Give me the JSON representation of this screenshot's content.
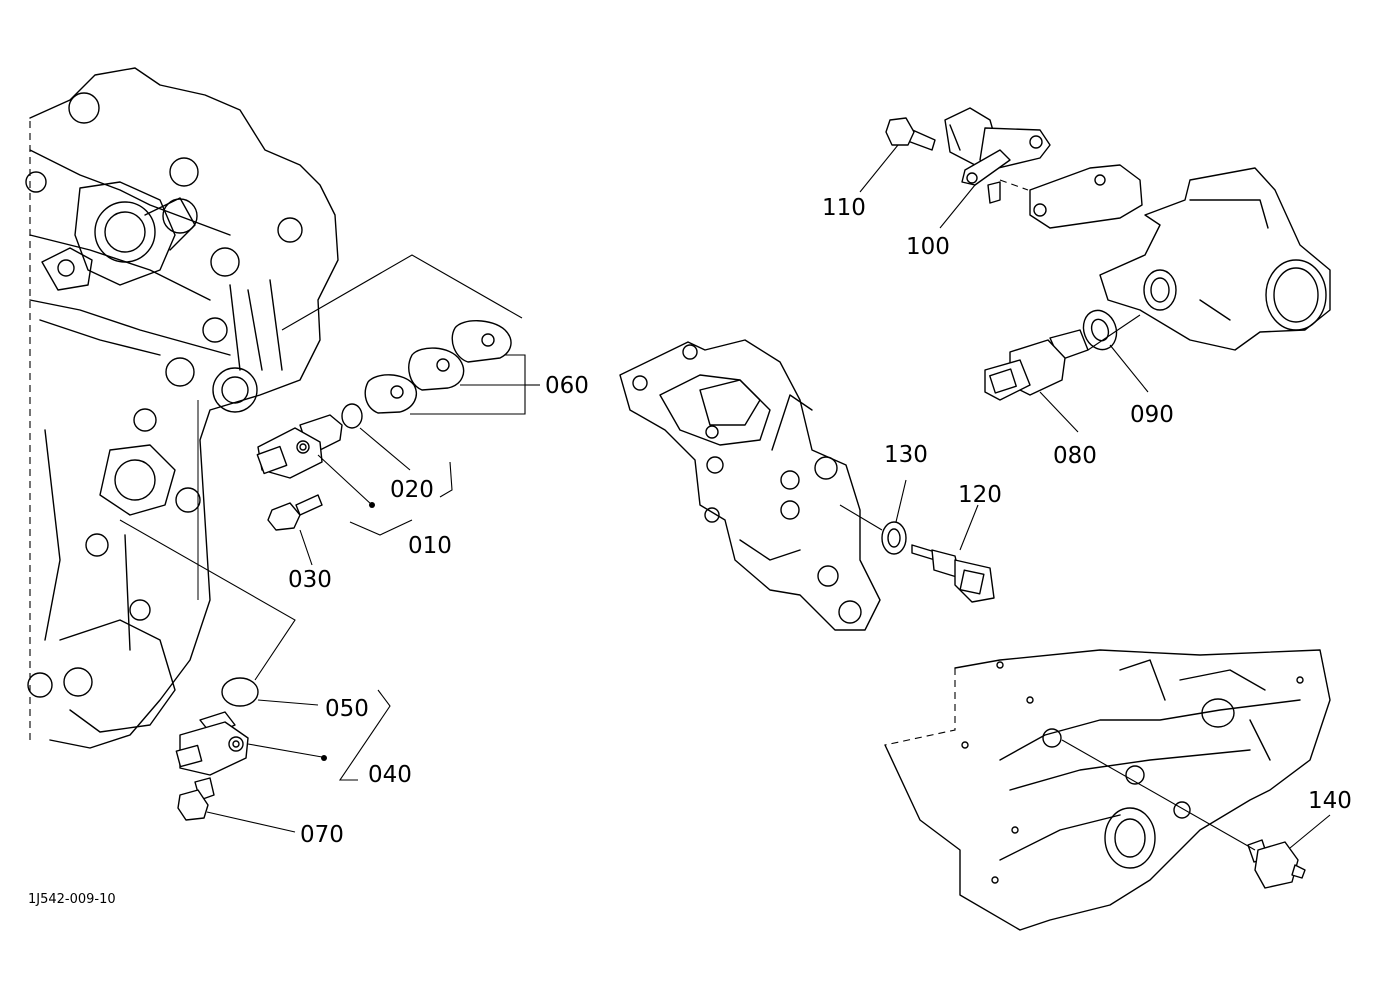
{
  "figure_code": "1J542-009-10",
  "callouts": {
    "c010": "010",
    "c020": "020",
    "c030": "030",
    "c040": "040",
    "c050": "050",
    "c060": "060",
    "c070": "070",
    "c080": "080",
    "c090": "090",
    "c100": "100",
    "c110": "110",
    "c120": "120",
    "c130": "130",
    "c140": "140"
  }
}
